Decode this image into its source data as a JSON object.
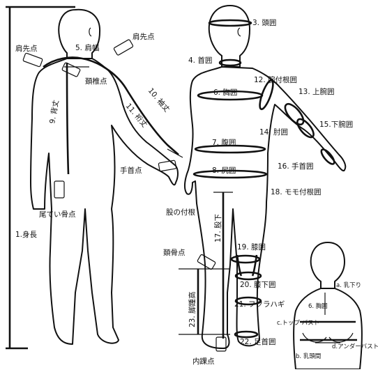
{
  "back_view": {
    "height_label": "1.身長",
    "shoulder_point_left": "肩先点",
    "shoulder_width": "5. 肩幅",
    "shoulder_point_right": "肩先点",
    "cervical_point": "頚椎点",
    "back_length": "9. 背丈",
    "yuki_length": "11. 裄丈",
    "sleeve_length": "10. 袖丈",
    "wrist_point": "手首点",
    "tailbone_point": "尾てい骨点"
  },
  "front_view": {
    "head": "3. 頭囲",
    "neck": "4. 首囲",
    "armhole": "12. 腕付根囲",
    "chest": "6. 胸囲",
    "upper_arm": "13. 上腕囲",
    "lower_arm": "15.下腕囲",
    "elbow": "14. 肘囲",
    "waist": "7. 腹囲",
    "wrist": "16. 手首囲",
    "hip": "8. 尻囲",
    "thigh": "18. モモ付根囲",
    "crotch_root": "股の付根",
    "inseam": "17. 股下",
    "knee": "19. 膝囲",
    "fibula_point": "頚骨点",
    "below_knee": "20. 膝下囲",
    "calf": "21. フクラハギ",
    "ankle_height": "23. 脚踵高",
    "ankle": "22. 足首囲",
    "medial_malleolus": "内踝点"
  },
  "bust_view": {
    "under_breast": "a. 乳下り",
    "chest": "6. 胸囲",
    "top_bust": "c.トップ バスト",
    "under_bust": "d.アンダーバスト",
    "nipple_distance": "b. 乳頭間"
  }
}
